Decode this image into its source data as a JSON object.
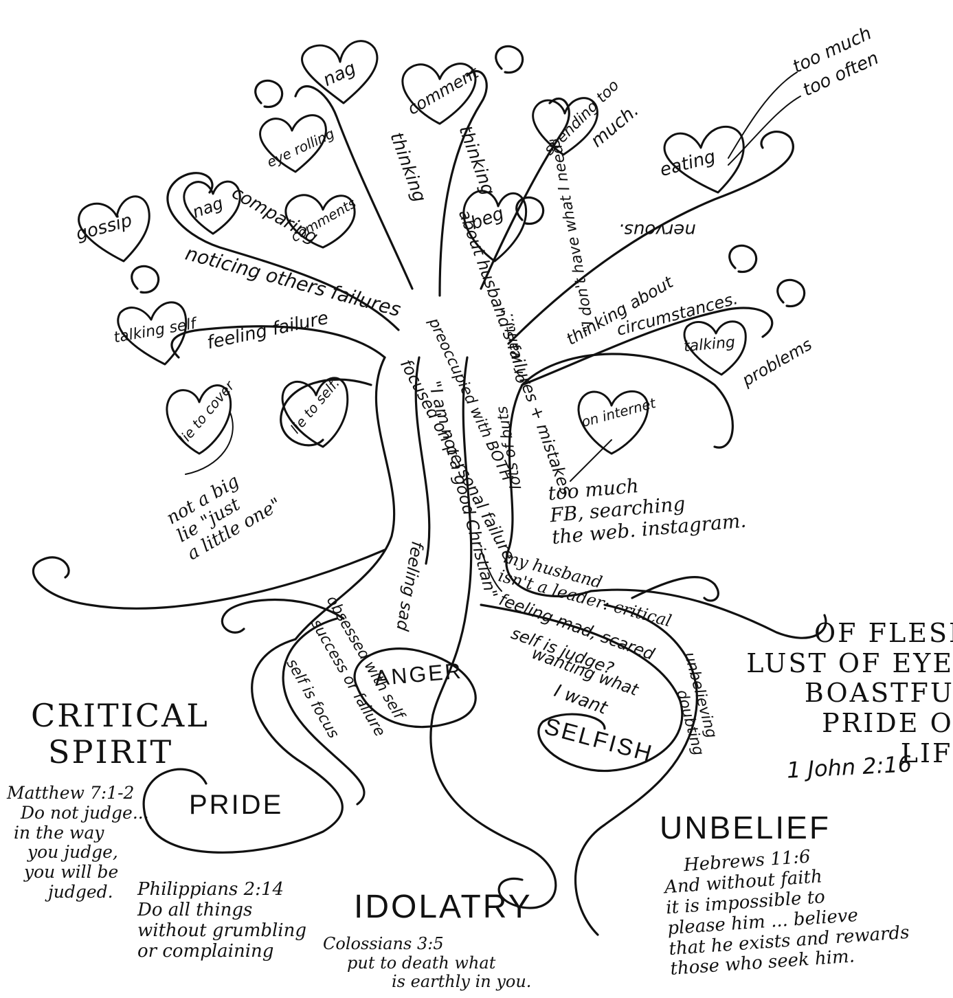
{
  "hearts": {
    "nag_top": "nag",
    "comment_top": "comment",
    "spending": "spending too",
    "eating": "eating",
    "eye_rolling": "eye rolling",
    "nag_left": "nag",
    "comments": "comments",
    "gossip": "gossip",
    "beg": "beg",
    "talking_self": "talking self",
    "talking_problems": "talking",
    "lie_to_cover": "lie to cover",
    "lie_to_self": "lie to self.",
    "on_internet": "on internet"
  },
  "branches": {
    "thinking_left": "thinking",
    "thinking_right": "thinking",
    "much": "much.",
    "too_much": "too much",
    "too_often": "too often",
    "comparing": "comparing",
    "noticing": "noticing others failures",
    "feeling_failure": "feeling failure",
    "nervous": "nervous.",
    "thinking_about": "thinking about",
    "circumstances": "circumstances.",
    "problems": "problems",
    "about_husbands": "about husband's failures + mistakes",
    "preoccupied": "preoccupied with BOTH",
    "focused": "focused on personal failure.",
    "not_good_christian": "\"I am not a good Christian\"",
    "dont_have": "\"I don't have what I need\"",
    "or_want": "or want...\"",
    "lots_of_buts": "lots of buts"
  },
  "notes": {
    "not_big_lie": [
      "not a big",
      "lie \"just",
      "a little one\""
    ],
    "too_much_fb": [
      "too much",
      "FB, searching",
      "the web. instagram."
    ]
  },
  "roots": {
    "feeling_sad": "feeling sad",
    "obsessed": "obsessed with self",
    "success": "success or failure",
    "self_focus": "self is focus",
    "anger": "ANGER",
    "husband_leader": [
      "my husband",
      "isn't a leader: critical"
    ],
    "feeling_mad": "feeling mad, scared",
    "self_judge": "self is judge?",
    "wanting": "wanting what",
    "i_want": "I want",
    "selfish": "SELFISH",
    "unbelieving": "unbelieving",
    "doubting": "doubting",
    "pride": "PRIDE"
  },
  "labels": {
    "critical_spirit": [
      "CRITICAL",
      "SPIRIT"
    ],
    "lust": [
      "OF FLESH",
      "LUST OF EYES",
      "BOASTFUL",
      "PRIDE OF",
      "LIFE"
    ],
    "john_ref": "1 John 2:16",
    "idolatry": "IDOLATRY",
    "unbelief": "UNBELIEF"
  },
  "verses": {
    "matthew": [
      "Matthew 7:1-2",
      "Do not judge...",
      "in the way",
      "you judge,",
      "you will be",
      "judged."
    ],
    "philippians": [
      "Philippians 2:14",
      "Do all things",
      "without grumbling",
      "or complaining"
    ],
    "colossians": [
      "Colossians 3:5",
      "put to death what",
      "is earthly in you."
    ],
    "hebrews": [
      "Hebrews 11:6",
      "And without faith",
      "it is impossible to",
      "please him ... believe",
      "that he exists and rewards",
      "those who seek him."
    ]
  }
}
